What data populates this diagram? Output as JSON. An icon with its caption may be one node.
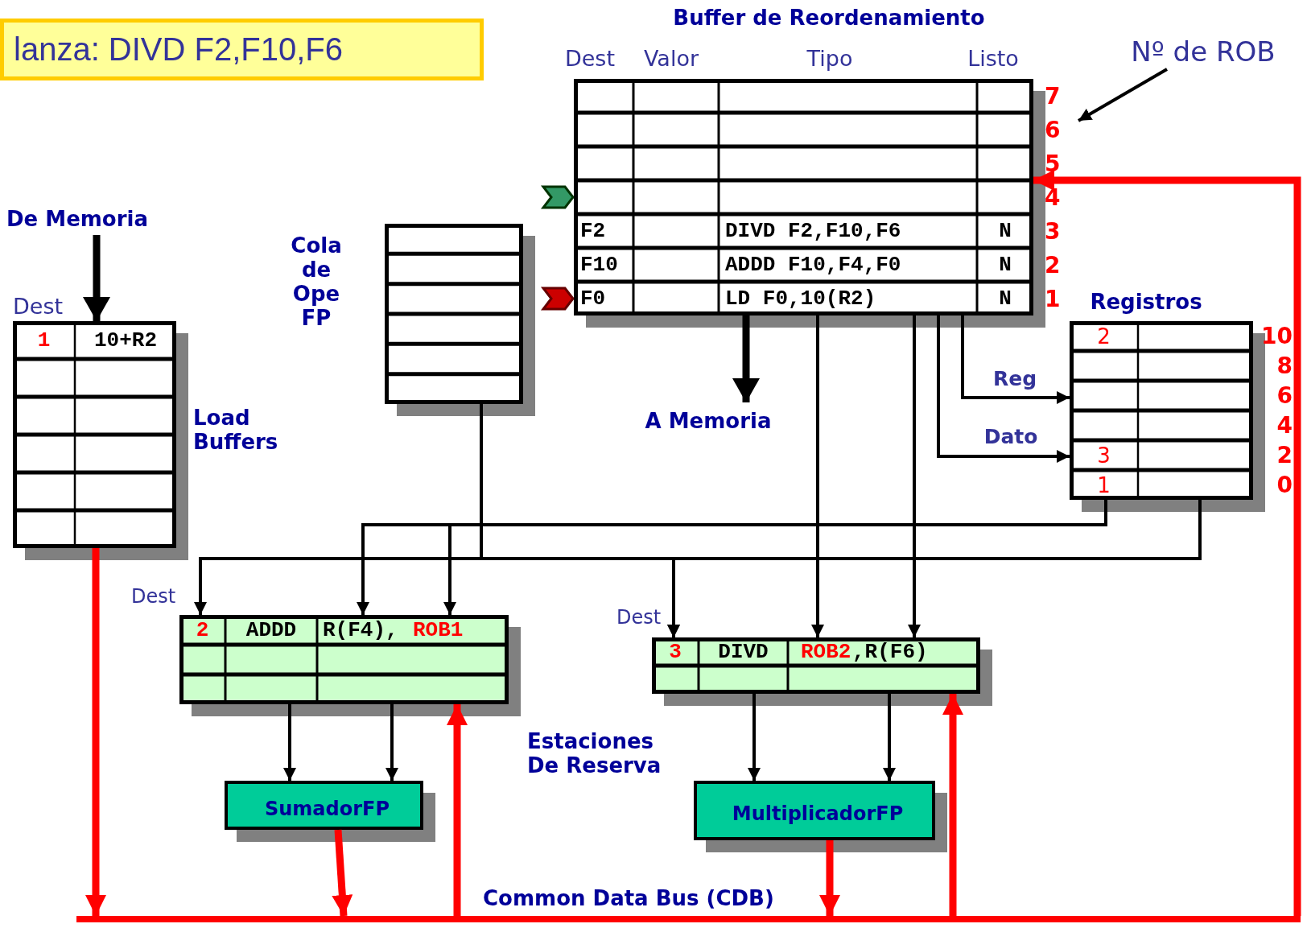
{
  "diagram": {
    "nodes": [
      {
        "text": [
          "lanza: DIVD F2,F10,F6"
        ]
      },
      {
        "text": [
          "Buffer de Reordenamiento",
          "Dest",
          "Valor",
          "Tipo",
          "Listo",
          "F2",
          "DIVD F2,F10,F6",
          "N",
          "F10",
          "ADDD F10,F4,F0",
          "N",
          "F0",
          "LD F0,10(R2)",
          "N"
        ],
        "beside": [
          "7",
          "6",
          "5",
          "4",
          "3",
          "2",
          "1"
        ]
      },
      {
        "text": [
          "Nº de ROB"
        ]
      },
      {
        "text": [
          "De Memoria"
        ]
      },
      {
        "text": [
          "Dest",
          "1",
          "10+R2"
        ],
        "beside": [
          "Load Buffers"
        ]
      },
      {
        "text": [],
        "shape": "box",
        "beside": [
          "Cola de Ope FP"
        ]
      },
      {
        "text": [
          "A Memoria"
        ]
      },
      {
        "text": [
          "Registros",
          "2",
          "3",
          "1"
        ],
        "beside": [
          "10",
          "8",
          "6",
          "4",
          "2",
          "0"
        ]
      },
      {
        "text": [
          "Dest",
          "2",
          "ADDD",
          "R(F4),",
          "ROB1"
        ]
      },
      {
        "text": [
          "Dest",
          "3",
          "DIVD",
          "ROB2",
          ",R(F6)"
        ]
      },
      {
        "text": [
          "SumadorFP"
        ]
      },
      {
        "text": [
          "MultiplicadorFP"
        ]
      },
      {
        "text": [],
        "shape": "bar",
        "beside": [
          "Common Data Bus (CDB)"
        ]
      }
    ],
    "edges": [
      {
        "from": 2,
        "to": 1,
        "arrow": "to"
      },
      {
        "from": 3,
        "to": 4,
        "arrow": "to",
        "style": "thick"
      },
      {
        "from": 1,
        "to": 6,
        "arrow": "to",
        "style": "thick"
      },
      {
        "from": 1,
        "to": 9,
        "arrow": "to"
      },
      {
        "from": 1,
        "to": 9,
        "arrow": "to"
      },
      {
        "from": 1,
        "to": 7,
        "arrow": "to",
        "label": "Reg"
      },
      {
        "from": 1,
        "to": 7,
        "arrow": "to",
        "label": "Dato"
      },
      {
        "from": 5,
        "to": 8,
        "arrow": "to"
      },
      {
        "from": 5,
        "to": 9,
        "arrow": "to"
      },
      {
        "from": 7,
        "to": 8,
        "arrow": "to"
      },
      {
        "from": 7,
        "to": 8,
        "arrow": "to"
      },
      {
        "from": 7,
        "to": 9,
        "arrow": "to"
      },
      {
        "from": 8,
        "to": 10,
        "arrow": "to"
      },
      {
        "from": 8,
        "to": 10,
        "arrow": "to"
      },
      {
        "from": 9,
        "to": 11,
        "arrow": "to"
      },
      {
        "from": 9,
        "to": 11,
        "arrow": "to"
      },
      {
        "from": 4,
        "to": 12,
        "arrow": "to",
        "style": "thick",
        "color": "#ff0000"
      },
      {
        "from": 10,
        "to": 12,
        "arrow": "to",
        "style": "thick",
        "color": "#ff0000"
      },
      {
        "from": 11,
        "to": 12,
        "arrow": "to",
        "style": "thick",
        "color": "#ff0000"
      },
      {
        "from": 12,
        "to": 8,
        "arrow": "to",
        "style": "thick",
        "color": "#ff0000"
      },
      {
        "from": 12,
        "to": 9,
        "arrow": "to",
        "style": "thick",
        "color": "#ff0000"
      },
      {
        "from": 12,
        "to": 1,
        "arrow": "to",
        "style": "thick",
        "color": "#ff0000"
      }
    ],
    "labels": [
      "Estaciones De Reserva"
    ]
  }
}
